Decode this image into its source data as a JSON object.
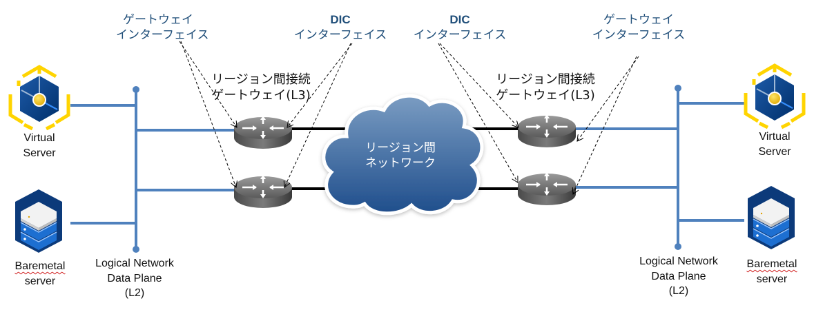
{
  "labels": {
    "gateway_interface_left": [
      "ゲートウェイ",
      "インターフェイス"
    ],
    "dic_interface_left": [
      "DIC",
      "インターフェイス"
    ],
    "dic_interface_right": [
      "DIC",
      "インターフェイス"
    ],
    "gateway_interface_right": [
      "ゲートウェイ",
      "インターフェイス"
    ],
    "inter_region_gateway_left": [
      "リージョン間接続",
      "ゲートウェイ(L3)"
    ],
    "inter_region_gateway_right": [
      "リージョン間接続",
      "ゲートウェイ(L3)"
    ],
    "cloud": [
      "リージョン間",
      "ネットワーク"
    ],
    "virtual_server_left": [
      "Virtual",
      "Server"
    ],
    "virtual_server_right": [
      "Virtual",
      "Server"
    ],
    "baremetal_left": [
      "Baremetal",
      "server"
    ],
    "baremetal_right": [
      "Baremetal",
      "server"
    ],
    "logical_network_left": [
      "Logical Network",
      "Data Plane",
      "(L2)"
    ],
    "logical_network_right": [
      "Logical Network",
      "Data Plane",
      "(L2)"
    ]
  },
  "colors": {
    "l2_line": "#4f81bd",
    "wan_line": "#000000",
    "label_blue": "#1f4e79",
    "cloud_top": "#7a9cc2",
    "cloud_bottom": "#1f4e8c",
    "router": "#6b6b6b",
    "vs_accent": "#ffd400",
    "vs_cube": "#003f87"
  }
}
